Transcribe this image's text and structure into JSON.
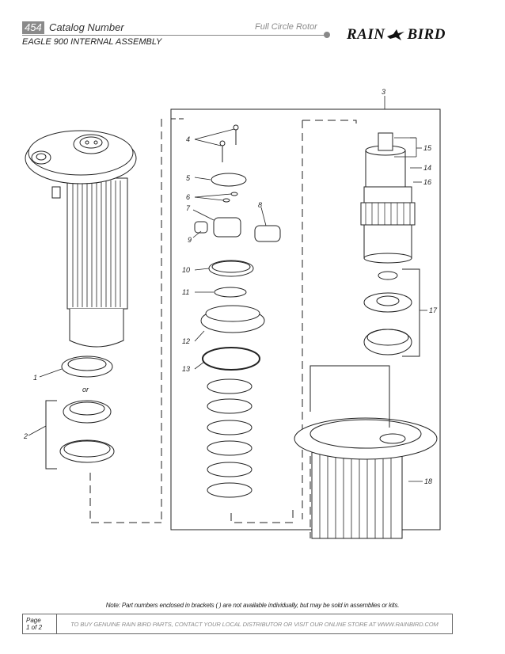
{
  "header": {
    "catalog_number": "454",
    "title": "Catalog Number",
    "product_type": "Full Circle Rotor",
    "assembly": "EAGLE 900 INTERNAL ASSEMBLY",
    "logo_left": "RAIN",
    "logo_right": "BIRD"
  },
  "callouts": {
    "c1": "1",
    "or": "or",
    "c2": "2",
    "c3": "3",
    "c4": "4",
    "c5": "5",
    "c6": "6",
    "c7": "7",
    "c8": "8",
    "c9": "9",
    "c10": "10",
    "c11": "11",
    "c12": "12",
    "c13": "13",
    "c14": "14",
    "c15": "15",
    "c16": "16",
    "c17": "17",
    "c18": "18"
  },
  "note": "Note: Part numbers enclosed in brackets ( ) are not available individually, but may be sold in assemblies or kits.",
  "footer": {
    "page_label": "Page",
    "page_of": "1 of 2",
    "text": "TO BUY GENUINE RAIN BIRD PARTS, CONTACT YOUR LOCAL DISTRIBUTOR OR VISIT OUR ONLINE STORE AT WWW.RAINBIRD.COM"
  }
}
